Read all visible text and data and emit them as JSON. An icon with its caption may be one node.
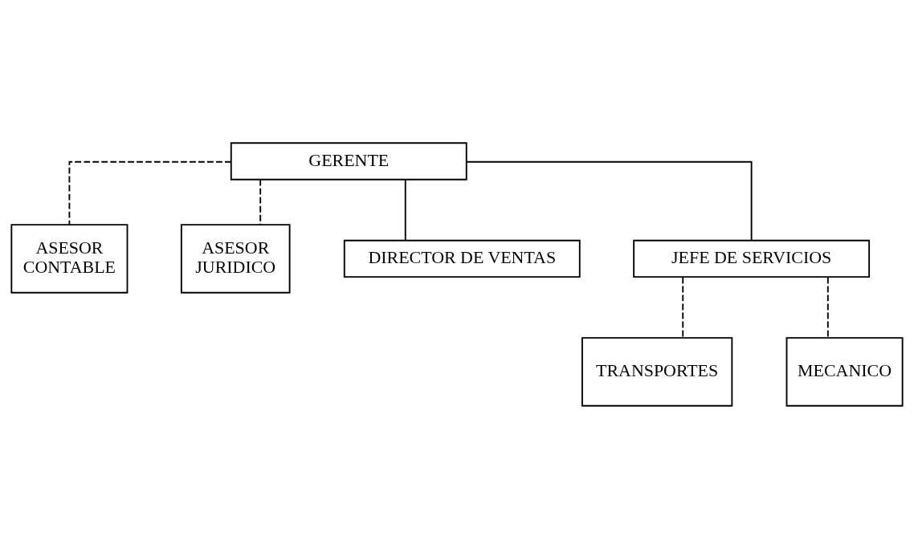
{
  "diagram": {
    "nodes": [
      {
        "text": [
          "GERENTE"
        ]
      },
      {
        "text": [
          "ASESOR CONTABLE"
        ]
      },
      {
        "text": [
          "ASESOR JURIDICO"
        ]
      },
      {
        "text": [
          "DIRECTOR DE VENTAS"
        ]
      },
      {
        "text": [
          "JEFE DE SERVICIOS"
        ]
      },
      {
        "text": [
          "TRANSPORTES"
        ]
      },
      {
        "text": [
          "MECANICO"
        ]
      }
    ],
    "edges": [
      {
        "from": 0,
        "to": 1,
        "arrow": "none",
        "style": "dashed"
      },
      {
        "from": 0,
        "to": 2,
        "arrow": "none",
        "style": "dashed"
      },
      {
        "from": 0,
        "to": 3,
        "arrow": "none"
      },
      {
        "from": 0,
        "to": 4,
        "arrow": "none"
      },
      {
        "from": 4,
        "to": 5,
        "arrow": "none",
        "style": "dashed"
      },
      {
        "from": 4,
        "to": 6,
        "arrow": "none",
        "style": "dashed"
      }
    ]
  }
}
